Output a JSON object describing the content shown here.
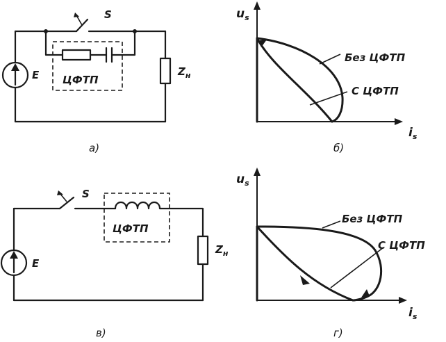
{
  "panel_a": {
    "switch_label": "S",
    "source_label": "E",
    "box_label": "ЦФТП",
    "load_label": "Z",
    "load_sub": "н",
    "caption": "а)"
  },
  "panel_b": {
    "y_axis_label": "u",
    "y_axis_sub": "s",
    "x_axis_label": "i",
    "x_axis_sub": "s",
    "curve_without_label": "Без ЦФТП",
    "curve_with_label": "С ЦФТП",
    "caption": "б)"
  },
  "panel_v": {
    "switch_label": "S",
    "source_label": "E",
    "box_label": "ЦФТП",
    "load_label": "Z",
    "load_sub": "н",
    "caption": "в)"
  },
  "panel_g": {
    "y_axis_label": "u",
    "y_axis_sub": "s",
    "x_axis_label": "i",
    "x_axis_sub": "s",
    "curve_without_label": "Без ЦФТП",
    "curve_with_label": "С ЦФТП",
    "caption": "г)"
  },
  "colors": {
    "ink": "#1a1a1a",
    "paper": "#ffffff"
  }
}
